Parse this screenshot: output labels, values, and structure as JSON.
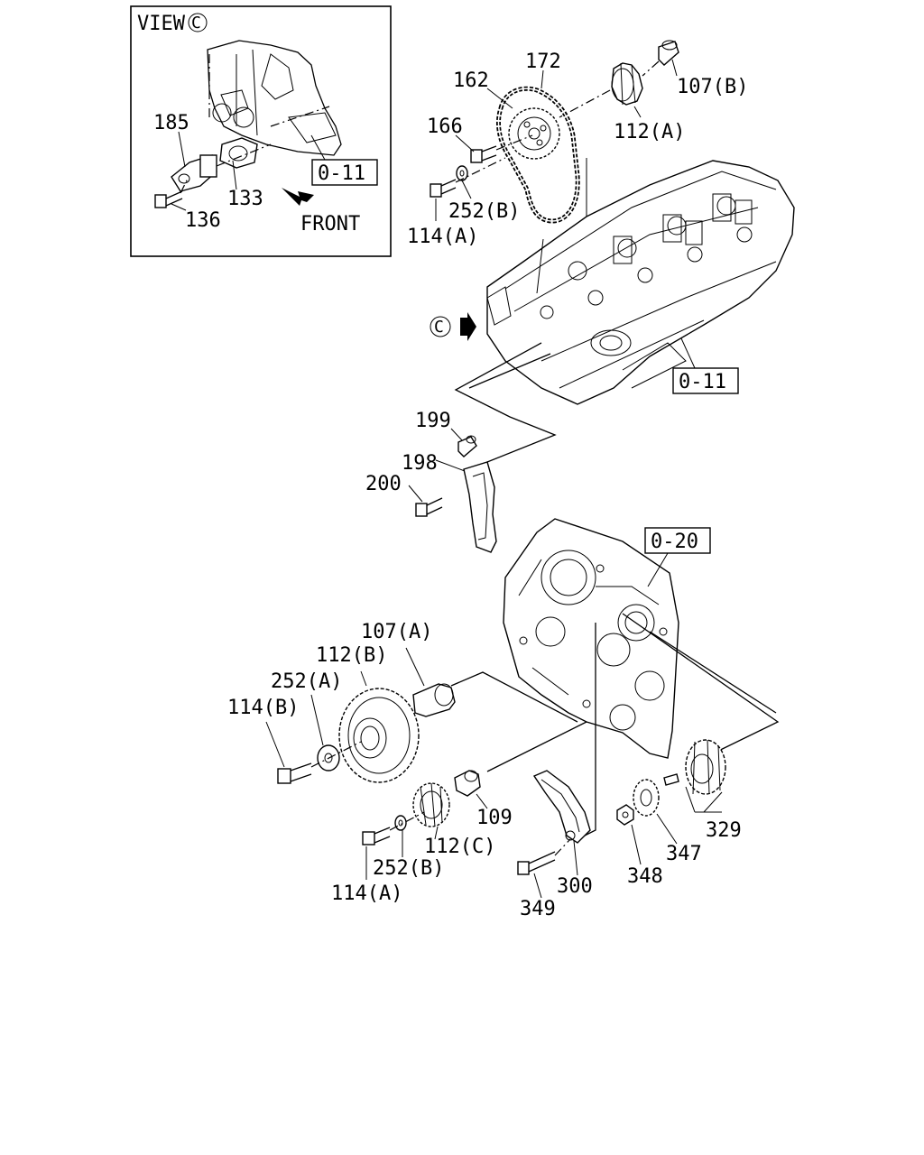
{
  "inset": {
    "view_label": "VIEW",
    "view_marker": "C",
    "front_label": "FRONT",
    "ref_box": "0-11"
  },
  "refs": {
    "cyl_head": "0-11",
    "front_cover": "0-20"
  },
  "arrow_marker": "C",
  "callouts": {
    "p185": "185",
    "p133": "133",
    "p136": "136",
    "p172": "172",
    "p162": "162",
    "p166": "166",
    "p252b_top": "252(B)",
    "p114a_top": "114(A)",
    "p107b": "107(B)",
    "p112a": "112(A)",
    "p199": "199",
    "p198": "198",
    "p200": "200",
    "p107a": "107(A)",
    "p112b": "112(B)",
    "p252a": "252(A)",
    "p114b": "114(B)",
    "p109": "109",
    "p112c": "112(C)",
    "p252b_bot": "252(B)",
    "p114a_bot": "114(A)",
    "p300": "300",
    "p349": "349",
    "p348": "348",
    "p347": "347",
    "p329": "329"
  }
}
